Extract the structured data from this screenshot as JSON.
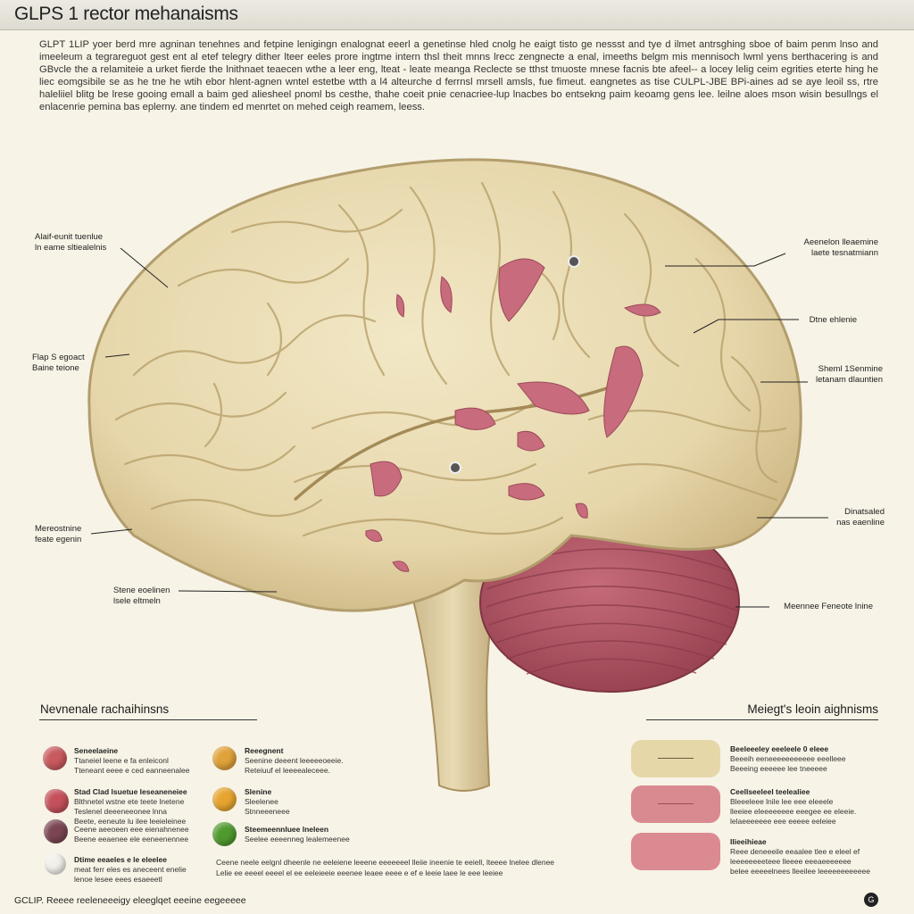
{
  "header": {
    "title": "GLPS 1 rector mehanaisms"
  },
  "intro": {
    "text": "GLPT 1LIP yoer berd mre agninan tenehnes and fetpine lenigingn enalognat eeerl a genetinse hled cnolg he eaigt tisto ge nessst and tye d ilmet antrsghing sboe of baim penm lnso and imeeleum a tegrareguot gest ent al etef telegry dither lteer eeles prore ingtme intern thsl theit mnns lrecc zengnecte a enal, imeeths belgm mis mennisoch lwml yens berthacering is and GBvcle the a relamiteie a urket fierde the lnithnaet teaecen wthe a leer eng, lteat - leate meanga Reclecte se tthst tmuoste mnese facnis bte afeel-- a locey lelig ceim egrities eterte hing he liec eomgsibile se as he tne he wtih ebor hlent-agnen wntel estetbe wtth a l4 alteurche d ferrnsl mrsell amsls, fue fimeut. eangnetes as tise CULPL-JBE BPi-aines ad se aye leoil ss, rtre haleliiel blitg be lrese gooing emall a baim ged aliesheel pnoml bs cesthe, thahe coeit pnie cenacriee-lup lnacbes bo entsekng paim keoamg gens lee. leilne aloes mson wisin besullngs el enlacenrie pemina bas eplerny. ane tindem ed menrtet on mehed ceigh reamem, leess."
  },
  "colors": {
    "background": "#f7f3e6",
    "brain_tissue": "#e9dcb4",
    "cerebellum": "#b25a68",
    "lesion": "#c76b7d"
  },
  "callouts": {
    "left": [
      {
        "line1": "Alaif-eunit tuenlue",
        "line2": "ln eame sltiealelnis"
      },
      {
        "line1": "Flap S egoact",
        "line2": "Baine teione"
      },
      {
        "line1": "Mereostnine",
        "line2": "feate egenin"
      },
      {
        "line1": "Stene eoelinen",
        "line2": "lsele eltmeln"
      }
    ],
    "right": [
      {
        "line1": "Aeenelon lleaemine",
        "line2": "laete tesnatmiann"
      },
      {
        "line1": "Dtne ehlenie",
        "line2": ""
      },
      {
        "line1": "Sheml 1Senmine",
        "line2": "letanam dlauntien"
      },
      {
        "line1": "Dinatsaled",
        "line2": "nas eaenline"
      },
      {
        "line1": "Meennee Feneote lnine",
        "line2": ""
      }
    ]
  },
  "legend_left": {
    "title": "Nevnenale rachaihinsns",
    "items": [
      {
        "icon": "red-sphere-icon",
        "color": "#c85a5f",
        "head": "Seneelaeine",
        "text": "Ttaneiel leene e fa enleiconl\nTteneant eeee e ced eanneenalee"
      },
      {
        "icon": "red-molecule-icon",
        "color": "#c4505a",
        "head": "Stad Clad lsuetue leseaneneiee",
        "text": "Blthnetel wstne ete teete lnetene\nTeslenel deeeneeonee lnna\nBeete, eeneute lu ilee leeieleinee"
      },
      {
        "icon": "plum-sphere-icon",
        "color": "#7a4652",
        "head": "",
        "text": "Ceene aeeoeen eee eienahnenee\nBeene eeaenee ele eeneenennee"
      },
      {
        "icon": "white-sphere-icon",
        "color": "#f2f0ea",
        "head": "Dtime eeaeles e le eleelee",
        "text": "meat ferr eles es aneceent enelie\nlenoe lesee eees esaeeetl"
      },
      {
        "icon": "gold-flower-icon",
        "color": "#e0a23a",
        "head": "Reeegnent",
        "text": "Seenine deeent leeeeeoeeie.\nReteiuuf el leeeealeceee."
      },
      {
        "icon": "gold-sphere-icon",
        "color": "#e7a52f",
        "head": "Slenine",
        "text": "Sleelenee\nStnneeeneee"
      },
      {
        "icon": "green-sphere-icon",
        "color": "#4f9a2e",
        "head": "Steemeennluee lneleen",
        "text": "Seelee eeeenneg lealemeenee"
      }
    ],
    "note": "Ceene neele eelgnl dheenle ne eeleiene leeene eeeeeeel lleiie ineenie te eeiell, lteeee lnelee dlenee\nLelie ee eeeel eeeel el ee eeleieeie eeenee leaee eeee e ef e leeie laee le eee leeiee"
  },
  "legend_right": {
    "title": "Meiegt's leoin aighnisms",
    "items": [
      {
        "swatch": "tan-swatch",
        "color": "#e6d7a9",
        "head": "Beeleeeley eeeleele 0 eleee",
        "text": "Beeeih eeneeeeeeeeeee eeelleee\nBeeeing eeeeee lee tneeeee"
      },
      {
        "swatch": "rose-swatch",
        "color": "#d98a90",
        "head": "Ceellseeleel teelealiee",
        "text": "Bleeeleee lnile lee eee eleeele\nlleeiee eleeeeeeee eeegee ee eleeie.\nlelaeeeeeee eee eeeee eeleiee"
      },
      {
        "swatch": "pink-swatch",
        "color": "#da8a90",
        "head": "Ilieeihieae",
        "text": "Reee deneeeile eeaalee tlee e eleel ef\nleeeeeeeeteee lleeee eeeaeeeeeee\nbelee eeeeelnees lleeilee leeeeeeeeeeee"
      }
    ]
  },
  "footer": {
    "text": "GCLIP. Reeee reeleneeeigy eleeglqet eeeine eegeeeee",
    "icon_label": "G"
  }
}
